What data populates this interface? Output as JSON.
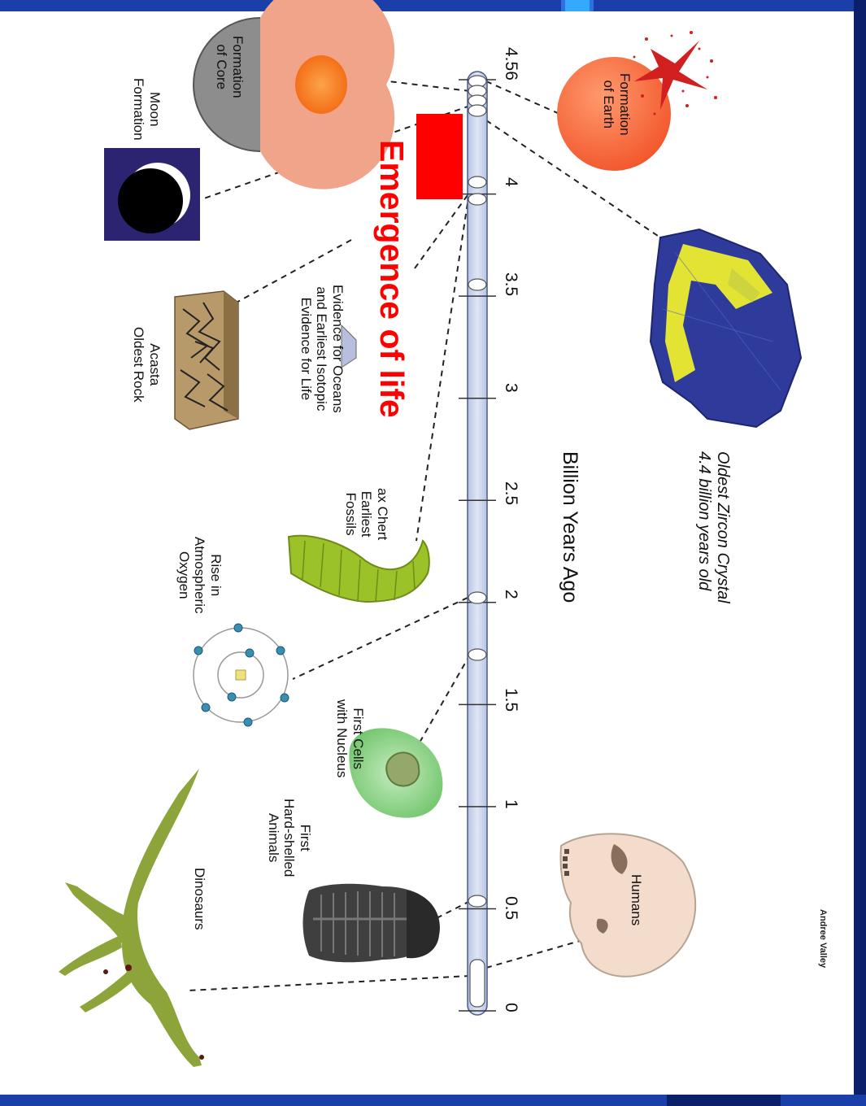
{
  "axis": {
    "title": "Billion Years Ago",
    "ticks": [
      "4.56",
      "4",
      "3.5",
      "3",
      "2.5",
      "2",
      "1.5",
      "1",
      "0.5",
      "0"
    ]
  },
  "annotation": {
    "text": "Emergence of life",
    "color": "#ff0000"
  },
  "events": {
    "earth": "Formation\nof Earth",
    "zircon": "Oldest Zircon Crystal\n4.4 billion years old",
    "core": "Formation\nof Core",
    "moon": "Moon\nFormation",
    "oceans": "Evidence for Oceans\nand Earliest Isotopic\nEvidence for Life",
    "acasta": "Acasta\nOldest Rock",
    "fossils": "ax Chert\nEarliest\nFossils",
    "oxygen": "Rise in\nAtmospheric\nOxygen",
    "nucleus": "First Cells\nwith Nucleus",
    "humans": "Humans",
    "shells": "First\nHard-shelled\nAnimals",
    "dinosaurs": "Dinosaurs"
  },
  "credit": "Andree Valley",
  "colors": {
    "frame_blue": "#1a3fa8",
    "frame_light": "#2f6fe0",
    "timeline_fill": "#c9d4ea",
    "earth": "#f76a3c",
    "zircon_blue": "#2e3b9a",
    "zircon_yellow": "#f2f22a",
    "core_outer": "#f0a58a",
    "core_inner": "#f36a12",
    "moon_bg": "#2c2470",
    "rock": "#b89a6a",
    "fossil": "#9cc22a",
    "cell": "#8fd08a",
    "skull": "#f3dccb",
    "trilobite": "#444444",
    "dinosaur": "#8ca43a",
    "atom_electron": "#3a8fb0",
    "atom_nucleus": "#f0e080"
  }
}
